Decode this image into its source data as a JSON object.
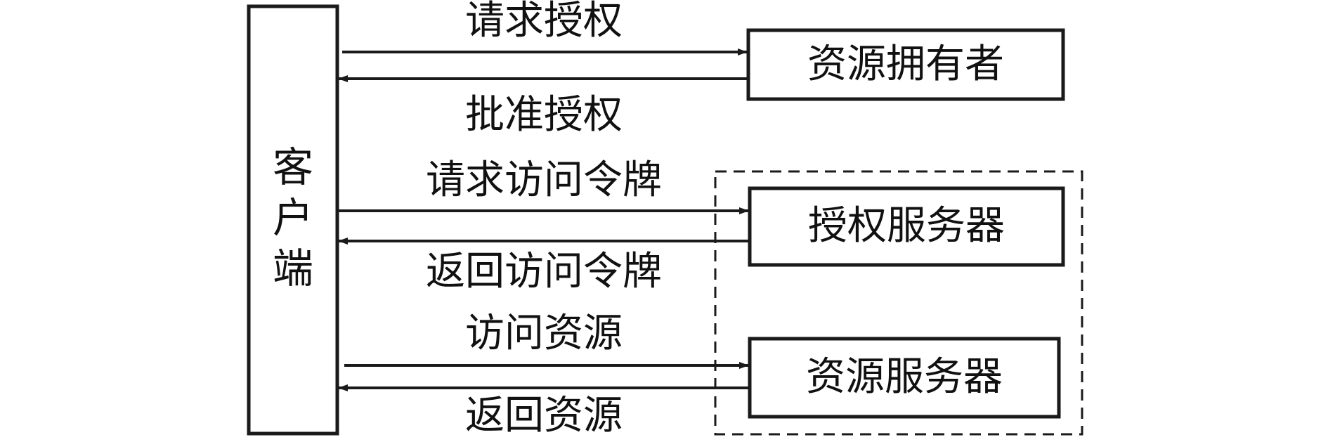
{
  "nodes": {
    "client": {
      "label_chars": [
        "客",
        "户",
        "端"
      ]
    },
    "resource_owner": {
      "label": "资源拥有者"
    },
    "auth_server": {
      "label": "授权服务器"
    },
    "resource_server": {
      "label": "资源服务器"
    }
  },
  "edges": {
    "request_authorization": "请求授权",
    "grant_authorization": "批准授权",
    "request_access_token": "请求访问令牌",
    "return_access_token": "返回访问令牌",
    "access_resource": "访问资源",
    "return_resource": "返回资源"
  },
  "colors": {
    "stroke": "#1a1a1a",
    "background": "#ffffff"
  }
}
